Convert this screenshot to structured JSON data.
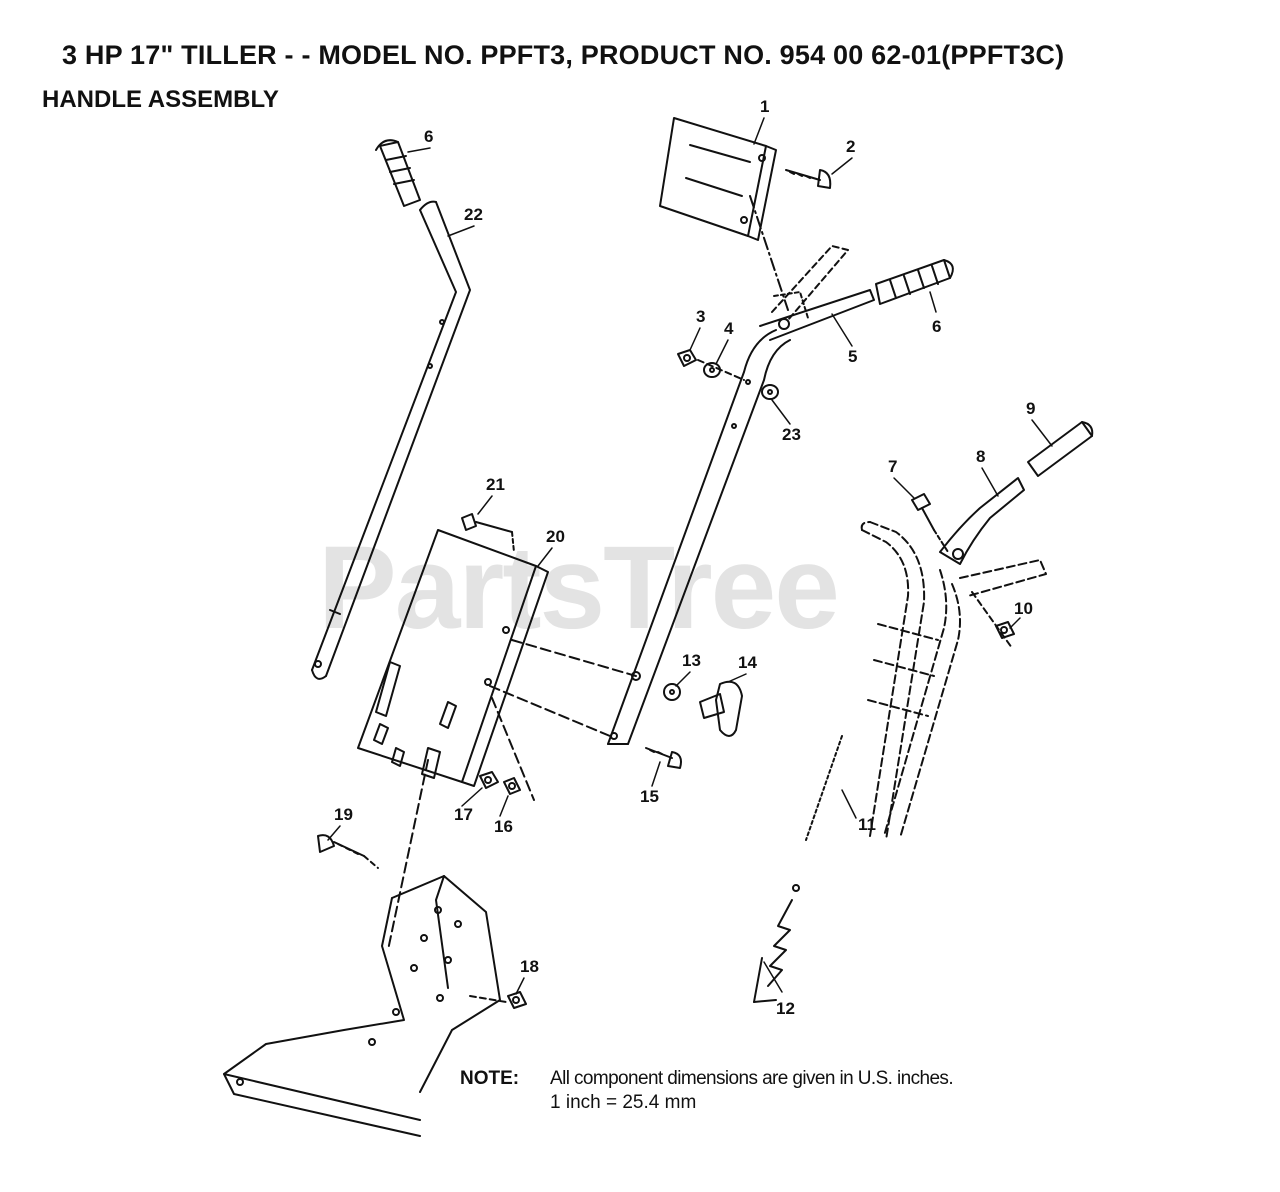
{
  "header": {
    "title": "3 HP 17\" TILLER - - MODEL NO. PPFT3, PRODUCT NO. 954 00 62-01(PPFT3C)",
    "subtitle": "HANDLE ASSEMBLY"
  },
  "watermark": "PartsTree",
  "note": {
    "label": "NOTE:",
    "line1": "All component dimensions are given in U.S. inches.",
    "line2": "1 inch = 25.4 mm"
  },
  "callouts": {
    "c1": "1",
    "c2": "2",
    "c3": "3",
    "c4": "4",
    "c5": "5",
    "c6a": "6",
    "c6b": "6",
    "c7": "7",
    "c8": "8",
    "c9": "9",
    "c10": "10",
    "c11": "11",
    "c12": "12",
    "c13": "13",
    "c14": "14",
    "c15": "15",
    "c16": "16",
    "c17": "17",
    "c18": "18",
    "c19": "19",
    "c20": "20",
    "c21": "21",
    "c22": "22",
    "c23": "23"
  }
}
